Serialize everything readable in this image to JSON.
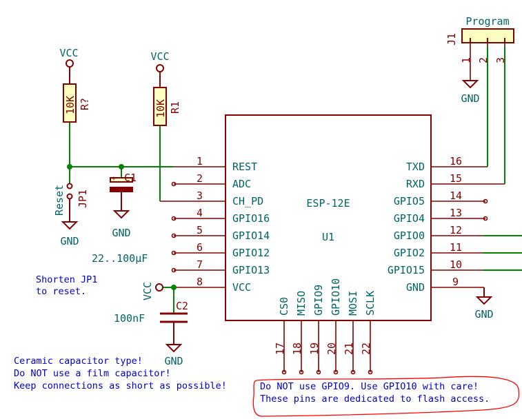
{
  "ic": {
    "name": "ESP-12E",
    "ref": "U1",
    "left_pins": [
      {
        "num": "1",
        "name": "REST"
      },
      {
        "num": "2",
        "name": "ADC"
      },
      {
        "num": "3",
        "name": "CH_PD"
      },
      {
        "num": "4",
        "name": "GPIO16"
      },
      {
        "num": "5",
        "name": "GPIO14"
      },
      {
        "num": "6",
        "name": "GPIO12"
      },
      {
        "num": "7",
        "name": "GPIO13"
      },
      {
        "num": "8",
        "name": "VCC"
      }
    ],
    "right_pins": [
      {
        "num": "16",
        "name": "TXD"
      },
      {
        "num": "15",
        "name": "RXD"
      },
      {
        "num": "14",
        "name": "GPIO5"
      },
      {
        "num": "13",
        "name": "GPIO4"
      },
      {
        "num": "12",
        "name": "GPIO0"
      },
      {
        "num": "11",
        "name": "GPIO2"
      },
      {
        "num": "10",
        "name": "GPIO15"
      },
      {
        "num": "9",
        "name": "GND"
      }
    ],
    "bottom_pins": [
      {
        "num": "17",
        "name": "CS0"
      },
      {
        "num": "18",
        "name": "MISO"
      },
      {
        "num": "19",
        "name": "GPIO9"
      },
      {
        "num": "20",
        "name": "GPIO10"
      },
      {
        "num": "21",
        "name": "MOSI"
      },
      {
        "num": "22",
        "name": "SCLK"
      }
    ]
  },
  "power": {
    "vcc": "VCC",
    "gnd": "GND"
  },
  "resistors": [
    {
      "value": "10K",
      "ref": "R?"
    },
    {
      "value": "10K",
      "ref": "R1"
    }
  ],
  "jumper": {
    "label": "Reset",
    "ref": "JP1"
  },
  "c1": {
    "ref": "C1",
    "value": "22..100µF"
  },
  "c2": {
    "ref": "C2",
    "value": "100nF"
  },
  "connector": {
    "title": "Program",
    "ref": "J1",
    "pins": [
      "1",
      "2",
      "3"
    ]
  },
  "notes": {
    "jp1": [
      "Shorten JP1",
      "to reset."
    ],
    "cap": [
      "Ceramic capacitor type!",
      "Do NOT use a film capacitor!",
      "Keep connections as short as possible!"
    ],
    "flash": [
      "Do NOT use GPIO9. Use GPIO10 with care!",
      "These pins are dedicated to flash access."
    ]
  },
  "colors": {
    "wire": "#008400",
    "component": "#840000",
    "label": "#006464",
    "note": "#0000c8",
    "highlight": "#ff0000",
    "fill": "#ffffc2"
  }
}
